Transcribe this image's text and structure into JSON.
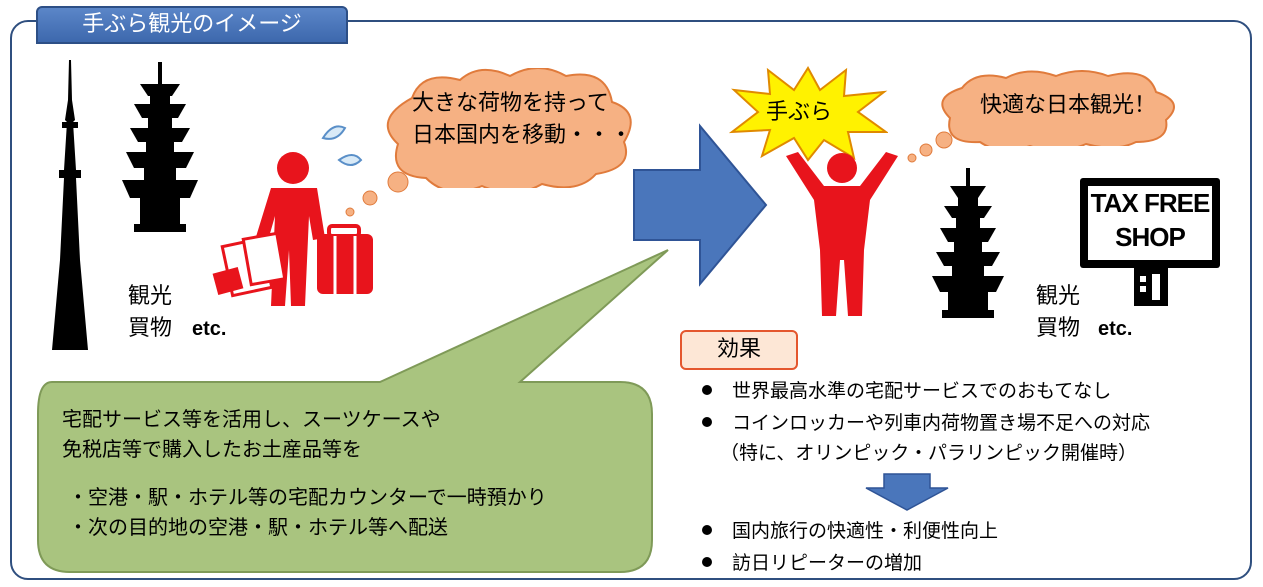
{
  "title": "手ぶら観光のイメージ",
  "left_scene": {
    "labels": [
      "観光",
      "買物"
    ],
    "etc": "etc.",
    "thought_bubble": [
      "大きな荷物を持って",
      "日本国内を移動・・・"
    ]
  },
  "right_scene": {
    "burst_text": "手ぶら",
    "thought_bubble": "快適な日本観光！",
    "sign_lines": [
      "TAX FREE",
      "SHOP"
    ],
    "labels": [
      "観光",
      "買物"
    ],
    "etc": "etc."
  },
  "green_callout": {
    "lines": [
      "宅配サービス等を活用し、スーツケースや",
      "免税店等で購入したお土産品等を"
    ],
    "items": [
      "・空港・駅・ホテル等の宅配カウンターで一時預かり",
      "・次の目的地の空港・駅・ホテル等へ配送"
    ]
  },
  "effects": {
    "label": "効果",
    "items": [
      "世界最高水準の宅配サービスでのおもてなし",
      "コインロッカーや列車内荷物置き場不足への対応"
    ],
    "note": "（特に、オリンピック・パラリンピック開催時）",
    "results": [
      "国内旅行の快適性・利便性向上",
      "訪日リピーターの増加"
    ]
  },
  "colors": {
    "accent_blue": "#4a76bb",
    "person_red": "#e8141c",
    "cloud_orange": "#f6b183",
    "callout_green": "#a9c47f",
    "burst_yellow": "#fff200",
    "frame": "#2f4f7f"
  }
}
